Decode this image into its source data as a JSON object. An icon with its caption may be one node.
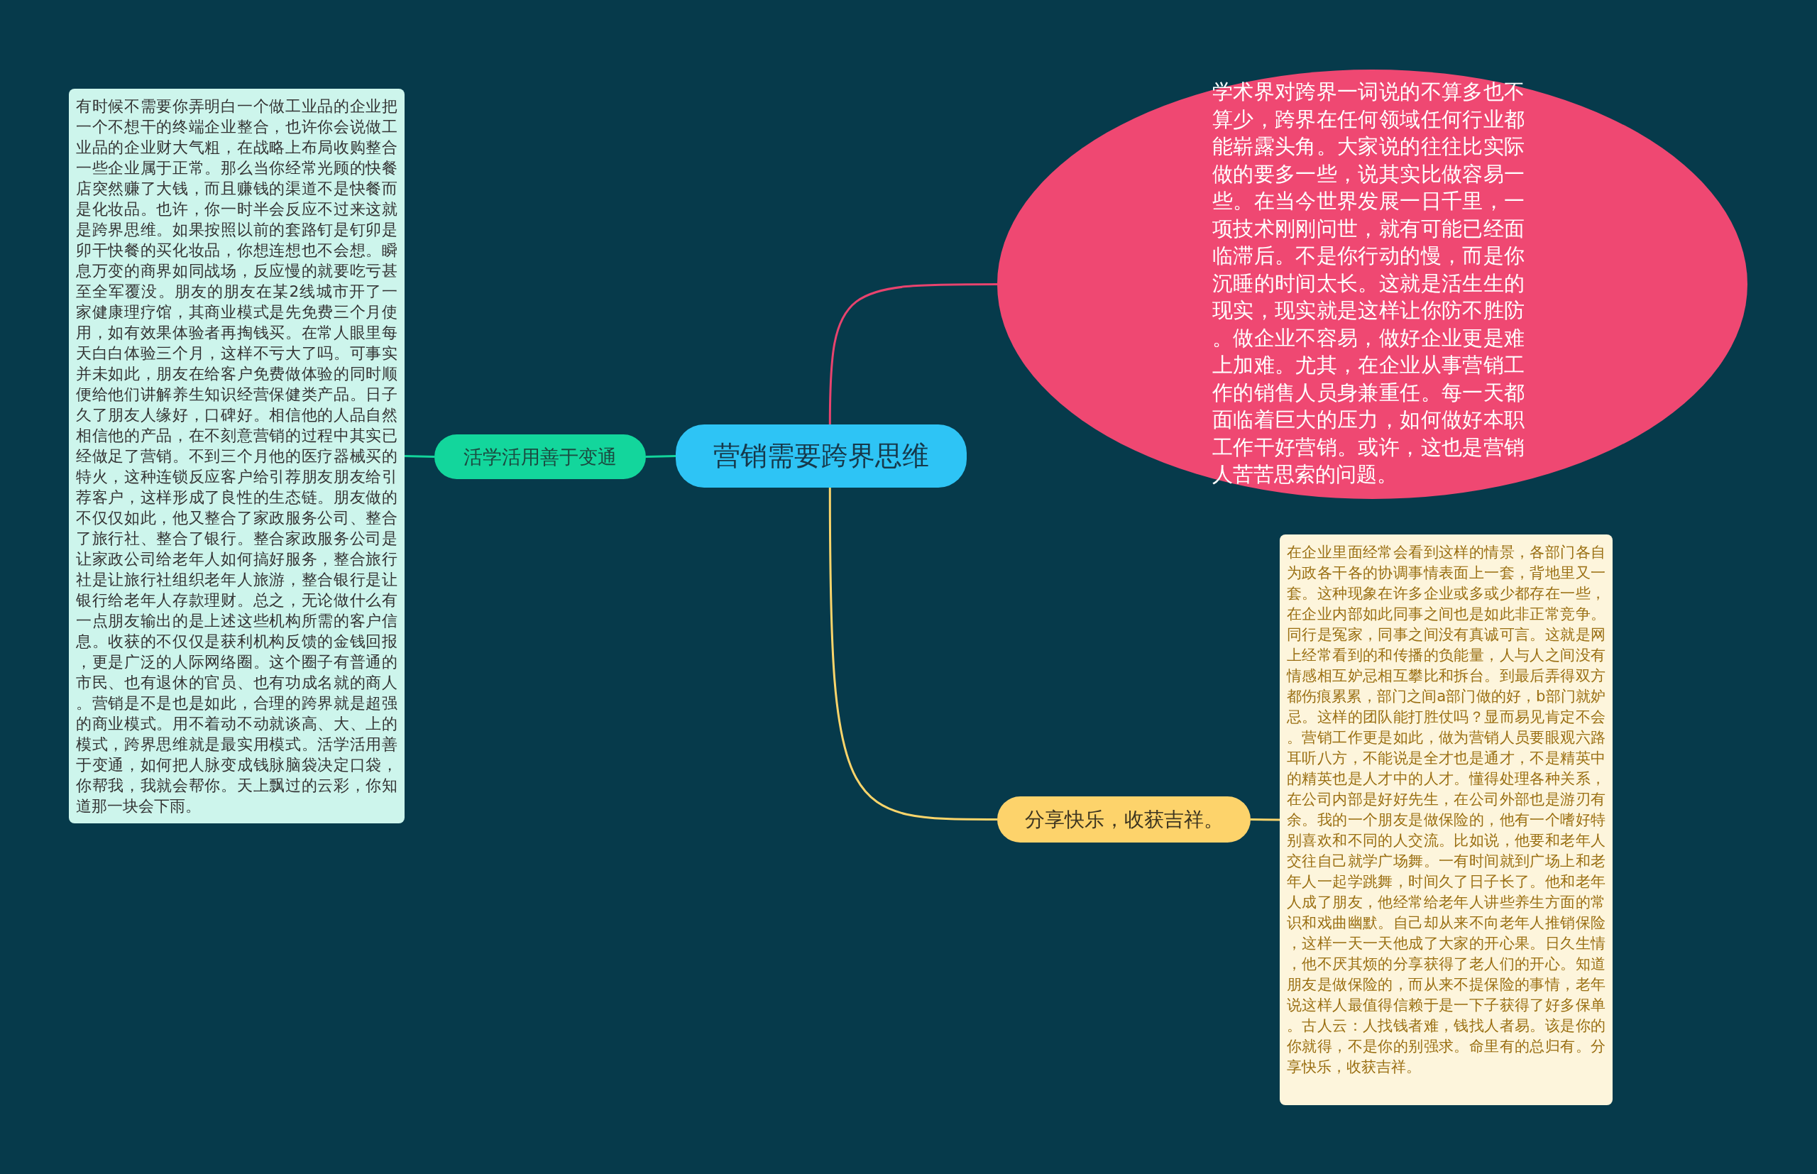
{
  "diagram": {
    "nodes": [
      {
        "text": [
          "营销需要跨界思维"
        ]
      },
      {
        "text": [
          "学术界对跨界一词说的不算多也不算少，跨界在任何领域任何行业都能崭露头角。大家说的往往比实际做的要多一些，说其实比做容易一些。在当今世界发展一日千里，一项技术刚刚问世，就有可能已经面临滞后。不是你行动的慢，而是你沉睡的时间太长。这就是活生生的现实，现实就是这样让你防不胜防。做企业不容易，做好企业更是难上加难。尤其，在企业从事营销工作的销售人员身兼重任。每一天都面临着巨大的压力，如何做好本职工作干好营销。或许，这也是营销人苦苦思索的问题。"
        ]
      },
      {
        "text": [
          "活学活用善于变通"
        ]
      },
      {
        "text": [
          "有时候不需要你弄明白一个做工业品的企业把一个不想干的终端企业整合，也许你会说做工业品的企业财大气粗，在战略上布局收购整合一些企业属于正常。那么当你经常光顾的快餐店突然赚了大钱，而且赚钱的渠道不是快餐而是化妆品。也许，你一时半会反应不过来这就是跨界思维。如果按照以前的套路钉是钉卯是卯干快餐的买化妆品，你想连想也不会想。瞬息万变的商界如同战场，反应慢的就要吃亏甚至全军覆没。朋友的朋友在某2线城市开了一家健康理疗馆，其商业模式是先免费三个月使用，如有效果体验者再掏钱买。在常人眼里每天白白体验三个月，这样不亏大了吗。可事实并未如此，朋友在给客户免费做体验的同时顺便给他们讲解养生知识经营保健类产品。日子久了朋友人缘好，口碑好。相信他的人品自然相信他的产品，在不刻意营销的过程中其实已经做足了营销。不到三个月他的医疗器械买的特火，这种连锁反应客户给引荐朋友朋友给引荐客户，这样形成了良性的生态链。朋友做的不仅仅如此，他又整合了家政服务公司、整合了旅行社、整合了银行。整合家政服务公司是让家政公司给老年人如何搞好服务，整合旅行社是让旅行社组织老年人旅游，整合银行是让银行给老年人存款理财。总之，无论做什么有一点朋友输出的是上述这些机构所需的客户信息。收获的不仅仅是获利机构反馈的金钱回报，更是广泛的人际网络圈。这个圈子有普通的市民、也有退休的官员、也有功成名就的商人。营销是不是也是如此，合理的跨界就是超强的商业模式。用不着动不动就谈高、大、上的模式，跨界思维就是最实用模式。活学活用善于变通，如何把人脉变成钱脉脑袋决定口袋，你帮我，我就会帮你。天上飘过的云彩，你知道那一块会下雨。"
        ]
      },
      {
        "text": [
          "分享快乐，收获吉祥。"
        ]
      },
      {
        "text": [
          "在企业里面经常会看到这样的情景，各部门各自为政各干各的协调事情表面上一套，背地里又一套。这种现象在许多企业或多或少都存在一些，在企业内部如此同事之间也是如此非正常竞争。同行是冤家，同事之间没有真诚可言。这就是网上经常看到的和传播的负能量，人与人之间没有情感相互妒忌相互攀比和拆台。到最后弄得双方都伤痕累累，部门之间a部门做的好，b部门就妒忌。这样的团队能打胜仗吗？显而易见肯定不会。营销工作更是如此，做为营销人员要眼观六路耳听八方，不能说是全才也是通才，不是精英中的精英也是人才中的人才。懂得处理各种关系，在公司内部是好好先生，在公司外部也是游刃有余。我的一个朋友是做保险的，他有一个嗜好特别喜欢和不同的人交流。比如说，他要和老年人交往自己就学广场舞。一有时间就到广场上和老年人一起学跳舞，时间久了日子长了。他和老年人成了朋友，他经常给老年人讲些养生方面的常识和戏曲幽默。自己却从来不向老年人推销保险，这样一天一天他成了大家的开心果。日久生情，他不厌其烦的分享获得了老人们的开心。知道朋友是做保险的，而从来不提保险的事情，老年说这样人最值得信赖于是一下子获得了好多保单。古人云：人找钱者难，钱找人者易。该是你的你就得，不是你的别强求。命里有的总归有。分享快乐，收获吉祥。"
        ]
      }
    ],
    "edges": [
      {
        "from": 0,
        "to": 1,
        "arrow": "none",
        "color": "#e8436e"
      },
      {
        "from": 0,
        "to": 2,
        "arrow": "none",
        "color": "#12d49b"
      },
      {
        "from": 2,
        "to": 3,
        "arrow": "none",
        "color": "#12d49b"
      },
      {
        "from": 0,
        "to": 4,
        "arrow": "none",
        "color": "#fbd56b"
      },
      {
        "from": 4,
        "to": 5,
        "arrow": "none",
        "color": "#fbd56b"
      }
    ]
  }
}
